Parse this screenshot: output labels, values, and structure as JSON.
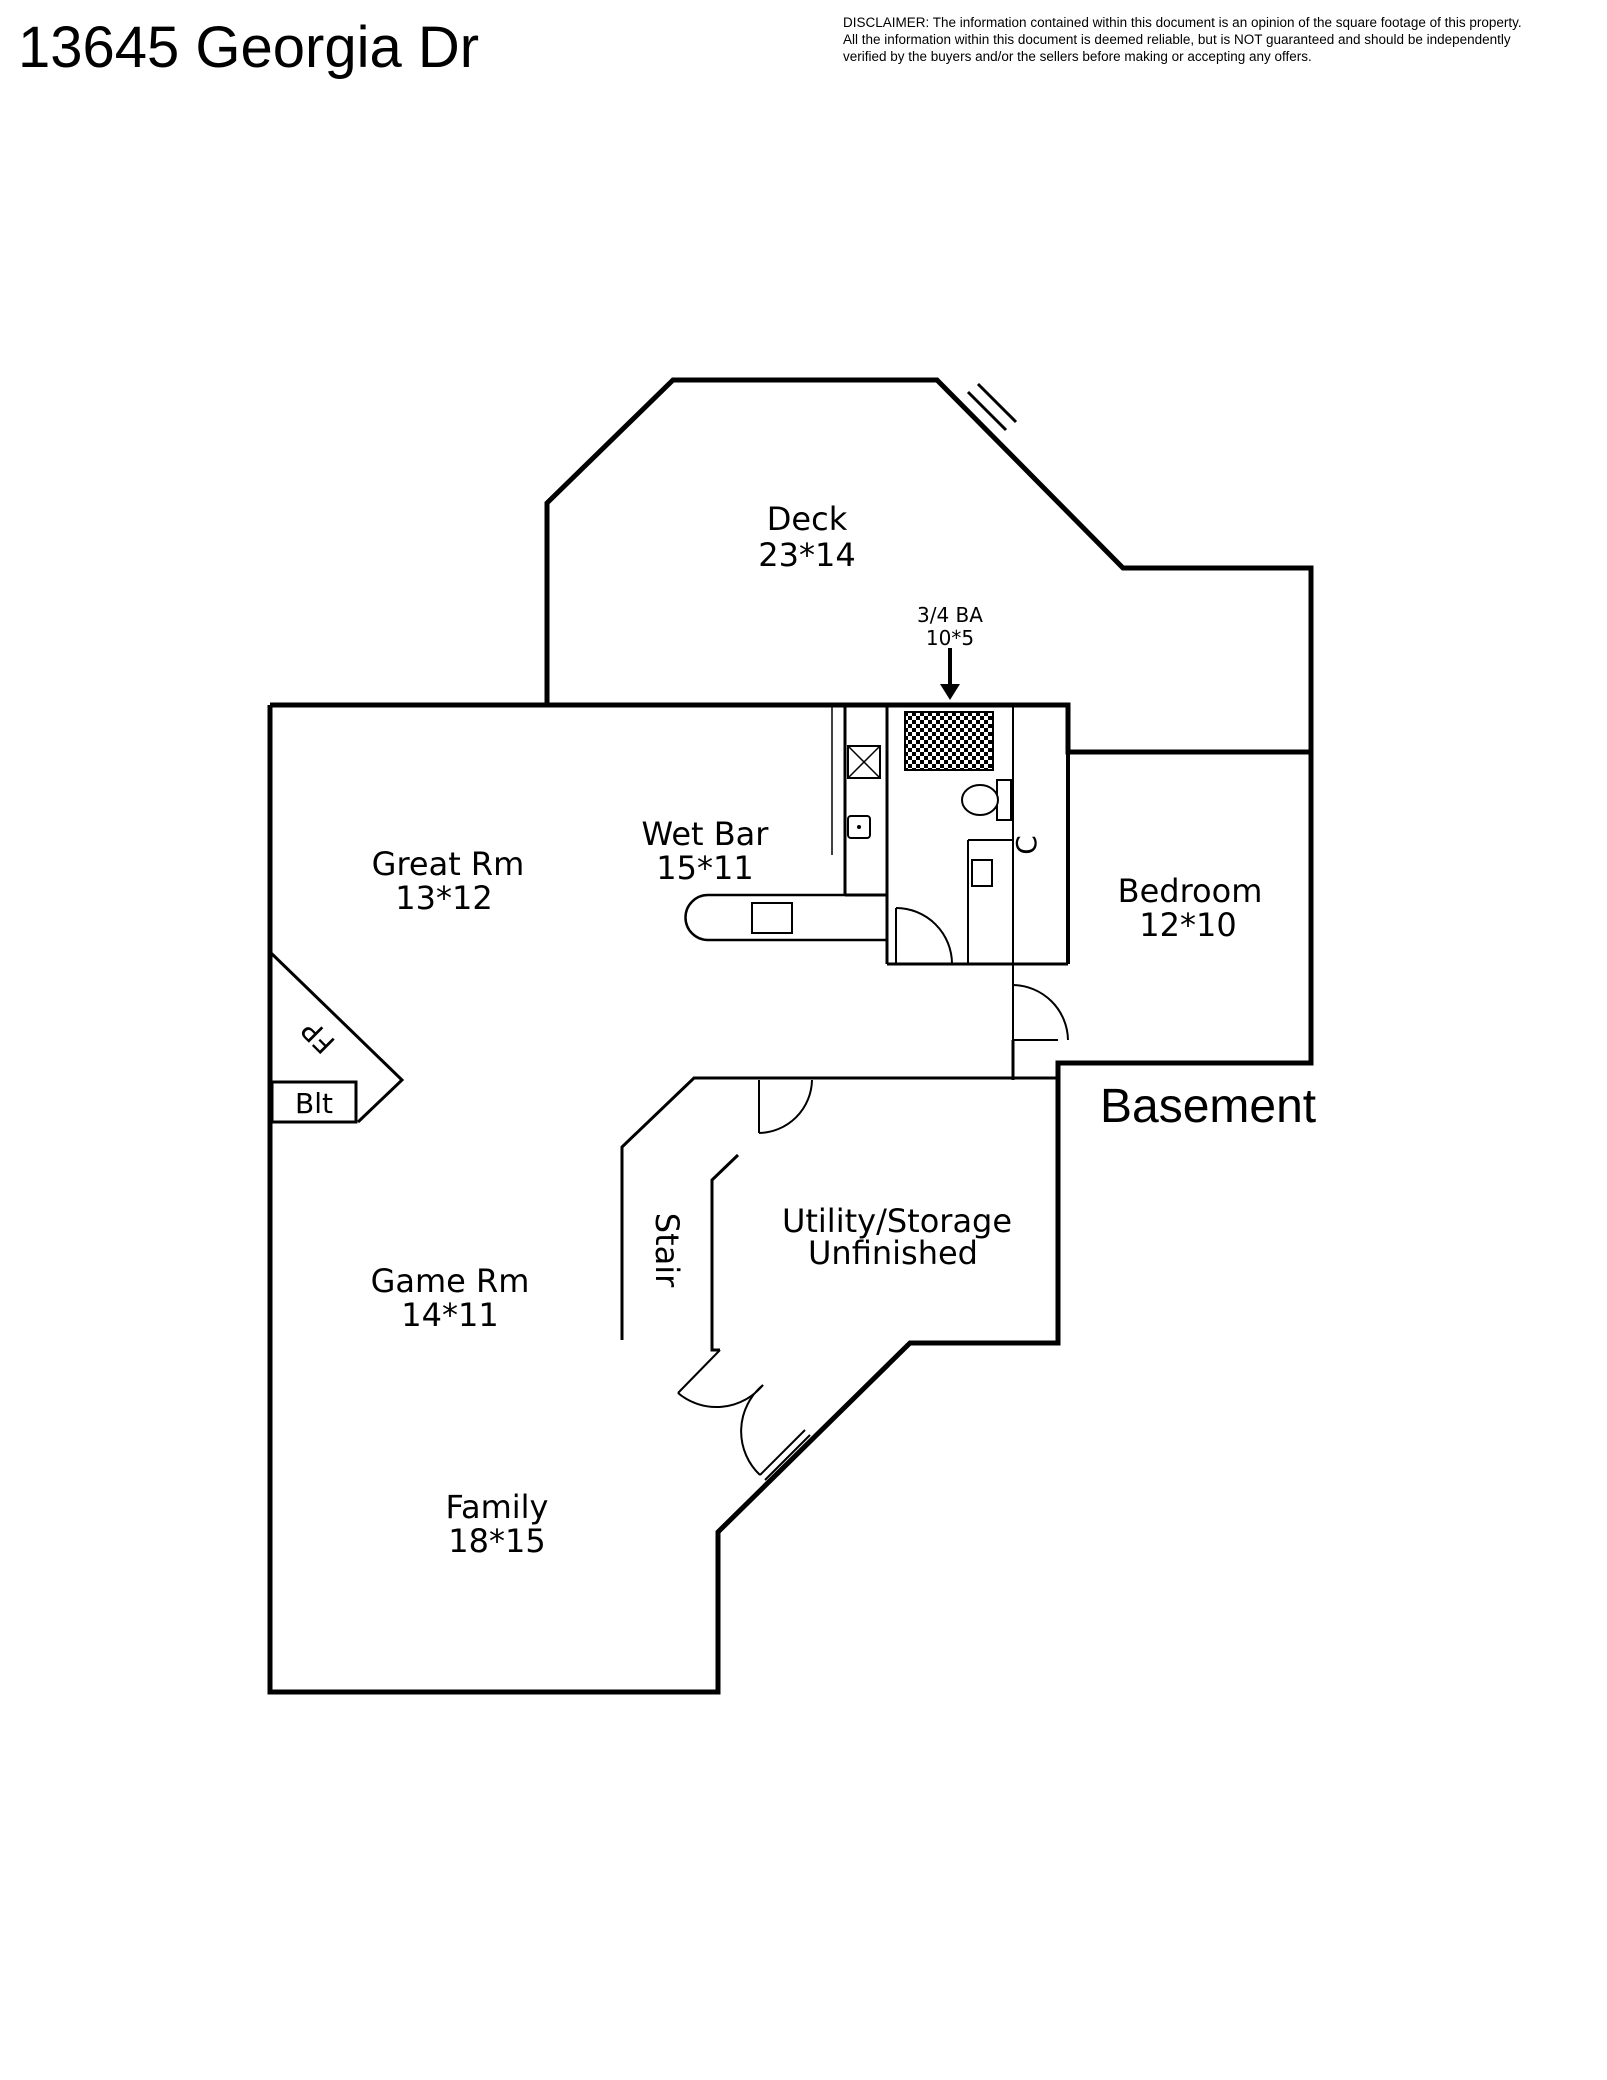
{
  "header": {
    "title": "13645 Georgia Dr",
    "disclaimer_lines": [
      "DISCLAIMER: The information contained within this document is an opinion of the square footage of this property.",
      "All the information within this document is deemed reliable, but is NOT guaranteed and should be independently",
      "verified by the buyers and/or the sellers before making or accepting any offers."
    ]
  },
  "floor": {
    "name": "Basement"
  },
  "rooms": {
    "deck": {
      "name": "Deck",
      "size": "23*14"
    },
    "bath": {
      "name": "3/4 BA",
      "size": "10*5"
    },
    "wet_bar": {
      "name": "Wet Bar",
      "size": "15*11"
    },
    "great_rm": {
      "name": "Great Rm",
      "size": "13*12"
    },
    "bedroom": {
      "name": "Bedroom",
      "size": "12*10"
    },
    "game_rm": {
      "name": "Game Rm",
      "size": "14*11"
    },
    "utility": {
      "name": "Utility/Storage",
      "size": "Unfinished"
    },
    "family": {
      "name": "Family",
      "size": "18*15"
    }
  },
  "fixtures": {
    "fireplace": "FP",
    "built_in": "Blt",
    "stair": "Stair",
    "closet": "C"
  }
}
